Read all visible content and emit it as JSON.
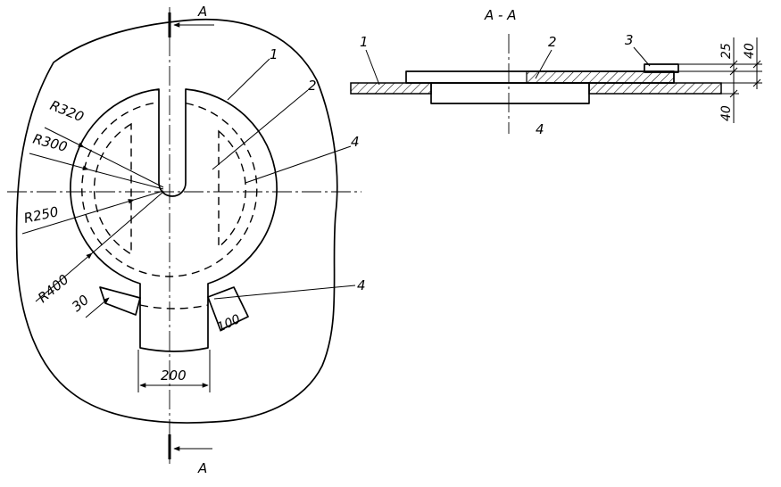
{
  "plan_view": {
    "section_marker_top": "A",
    "section_marker_bottom": "A",
    "callouts": {
      "c1": "1",
      "c2": "2",
      "c4": "4",
      "c4_tab": "4"
    },
    "dimensions": {
      "r320": "R320",
      "r300": "R300",
      "r250": "R250",
      "r400": "R400",
      "d30": "30",
      "d100": "100",
      "d200": "200"
    }
  },
  "section_view": {
    "title": "A - A",
    "callouts": {
      "c1": "1",
      "c2": "2",
      "c3": "3",
      "c4": "4"
    },
    "dimensions": {
      "d25": "25",
      "d40_top": "40",
      "d40_bottom": "40"
    }
  }
}
